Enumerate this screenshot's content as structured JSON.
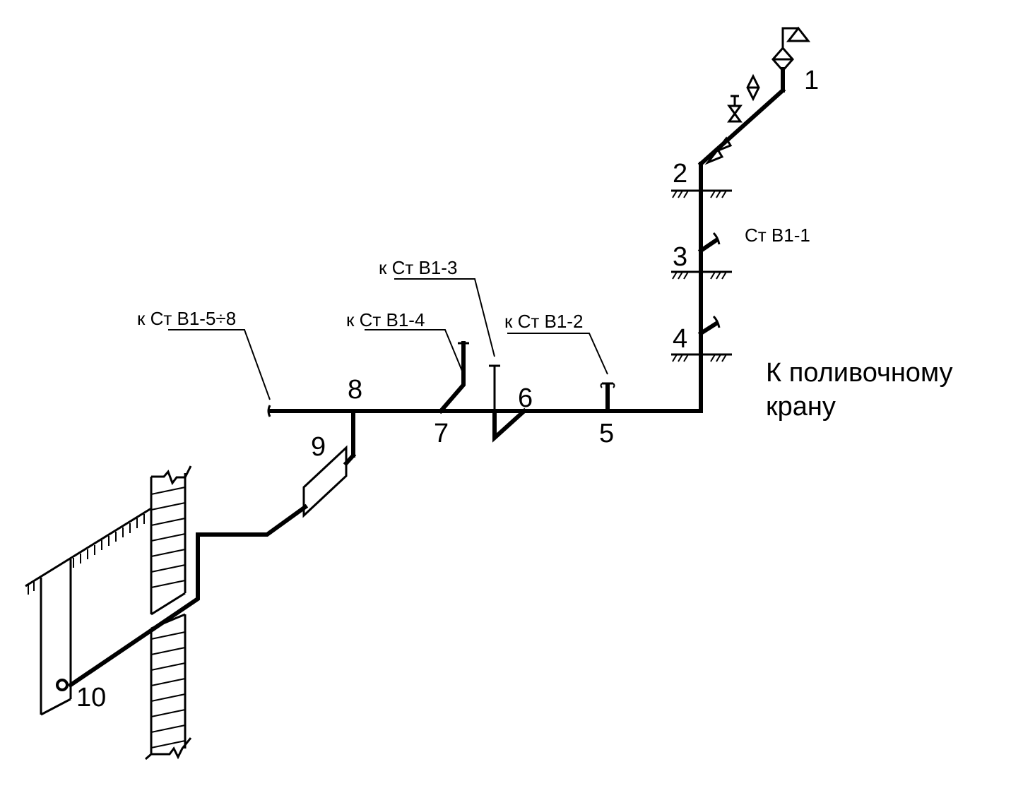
{
  "diagram": {
    "nodes": {
      "n1": "1",
      "n2": "2",
      "n3": "3",
      "n4": "4",
      "n5": "5",
      "n6": "6",
      "n7": "7",
      "n8": "8",
      "n9": "9",
      "n10": "10"
    },
    "labels": {
      "riser_b1_1": "Ст В1-1",
      "to_riser_b1_2": "к Ст В1-2",
      "to_riser_b1_3": "к Ст В1-3",
      "to_riser_b1_4": "к Ст В1-4",
      "to_riser_b1_5_8": "к Ст В1-5÷8",
      "to_watering_line1": "К поливочному",
      "to_watering_line2": "крану"
    }
  }
}
